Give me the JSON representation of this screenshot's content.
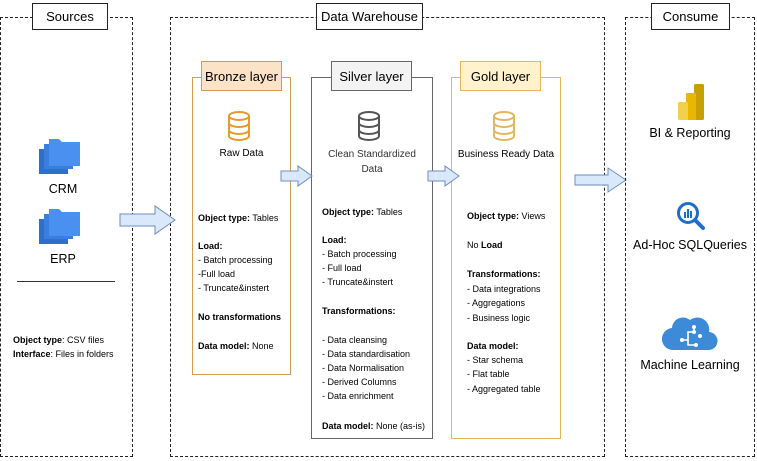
{
  "sources": {
    "title": "Sources",
    "crm_label": "CRM",
    "erp_label": "ERP",
    "object_type_label": "Object type",
    "object_type_value": ": CSV files",
    "interface_label": "Interface",
    "interface_value": ": Files in folders"
  },
  "warehouse": {
    "title": "Data Warehouse",
    "bronze": {
      "title": "Bronze layer",
      "subtitle": "Raw Data",
      "object_type_label": "Object type:",
      "object_type_value": " Tables",
      "load_label": "Load:",
      "load_items": [
        "- Batch processing",
        "-Full load",
        "- Truncate&instert"
      ],
      "no_transform": "No transformations",
      "data_model_label": "Data model:",
      "data_model_value": " None"
    },
    "silver": {
      "title": "Silver layer",
      "subtitle_line1": "Clean Standardized",
      "subtitle_line2": "Data",
      "object_type_label": "Object type:",
      "object_type_value": " Tables",
      "load_label": "Load:",
      "load_items": [
        "- Batch processing",
        "- Full load",
        "- Truncate&instert"
      ],
      "transform_label": "Transformations:",
      "transform_items": [
        "- Data cleansing",
        "- Data standardisation",
        "- Data Normalisation",
        "- Derived Columns",
        "- Data enrichment"
      ],
      "data_model_label": "Data model:",
      "data_model_value": " None (as-is)"
    },
    "gold": {
      "title": "Gold layer",
      "subtitle": "Business Ready Data",
      "object_type_label": "Object type:",
      "object_type_value": " Views",
      "no_load_prefix": "No ",
      "no_load_bold": "Load",
      "transform_label": "Transformations:",
      "transform_items": [
        "- Data integrations",
        "- Aggregations",
        "- Business logic"
      ],
      "data_model_label": "Data model:",
      "data_model_items": [
        "- Star schema",
        "- Flat table",
        "- Aggregated table"
      ]
    }
  },
  "consume": {
    "title": "Consume",
    "items": [
      "BI & Reporting",
      "Ad-Hoc SQLQueries",
      "Machine Learning"
    ]
  },
  "colors": {
    "bronze": "#d79b4f",
    "bronze_fill": "#fce3c8",
    "silver": "#666666",
    "silver_fill": "#f3f3f3",
    "gold": "#e1b85a",
    "gold_fill": "#fff2cc",
    "arrow_fill": "#dae8fc",
    "arrow_stroke": "#6c8ebf",
    "folder": "#3a7fe0"
  }
}
